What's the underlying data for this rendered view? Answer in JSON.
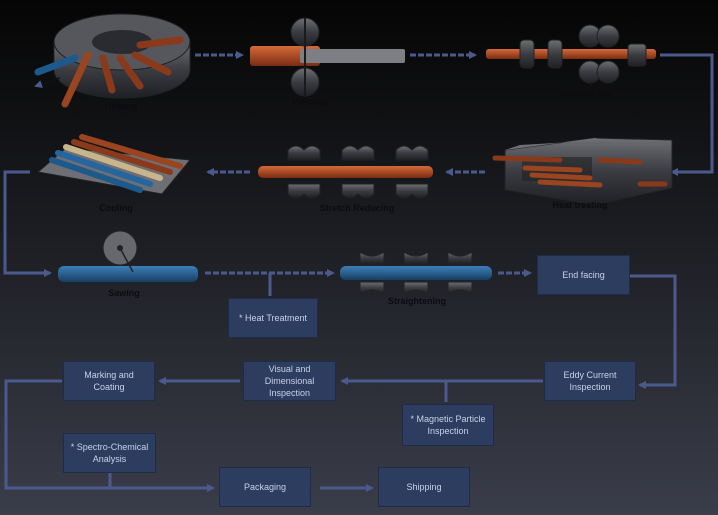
{
  "process_labels": {
    "heating": "Heating",
    "piercing": "Piercing",
    "mandrel_mill": "Mandrel Mill",
    "cooling": "Cooling",
    "stretch_reducing": "Stretch Reducing",
    "heat_treating": "Heat treating",
    "sawing": "Sawing",
    "straightening": "Straightening"
  },
  "steps": {
    "heat_treatment": "* Heat Treatment",
    "end_facing": "End facing",
    "eddy_current": "Eddy Current Inspection",
    "magnetic_particle": "* Magnetic Particle Inspection",
    "visual_dimensional": "Visual and Dimensional Inspection",
    "marking_coating": "Marking and Coating",
    "spectro_chemical": "* Spectro-Chemical Analysis",
    "packaging": "Packaging",
    "shipping": "Shipping"
  },
  "colors": {
    "box_fill": "#2c3d60",
    "box_text": "#c9d2e6",
    "arrow": "#4a5a8c",
    "pipe_orange": "#b5451d",
    "pipe_blue": "#1d5a8c"
  }
}
